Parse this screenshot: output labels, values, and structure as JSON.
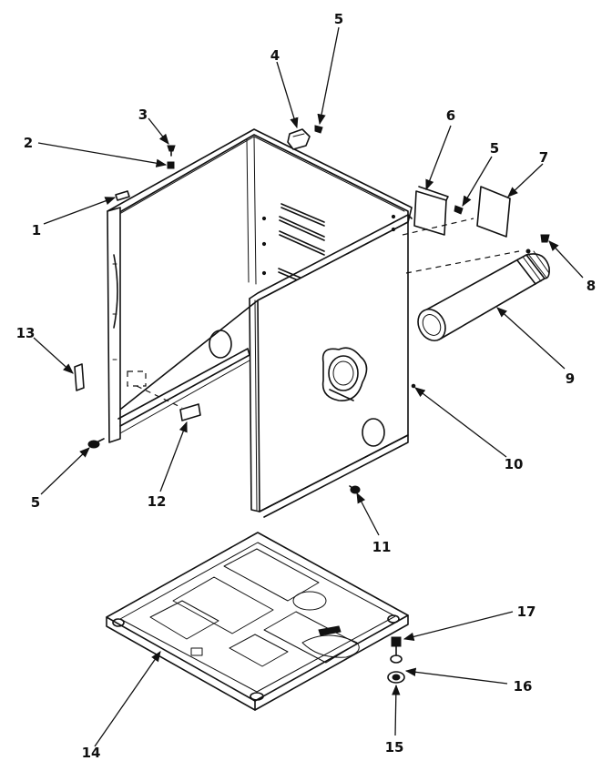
{
  "callouts": [
    {
      "id": "c1",
      "text": "1"
    },
    {
      "id": "c2",
      "text": "2"
    },
    {
      "id": "c3",
      "text": "3"
    },
    {
      "id": "c4",
      "text": "4"
    },
    {
      "id": "c5a",
      "text": "5"
    },
    {
      "id": "c6",
      "text": "6"
    },
    {
      "id": "c5b",
      "text": "5"
    },
    {
      "id": "c7",
      "text": "7"
    },
    {
      "id": "c8",
      "text": "8"
    },
    {
      "id": "c9",
      "text": "9"
    },
    {
      "id": "c10",
      "text": "10"
    },
    {
      "id": "c11",
      "text": "11"
    },
    {
      "id": "c12",
      "text": "12"
    },
    {
      "id": "c13",
      "text": "13"
    },
    {
      "id": "c5c",
      "text": "5"
    },
    {
      "id": "c14",
      "text": "14"
    },
    {
      "id": "c15",
      "text": "15"
    },
    {
      "id": "c16",
      "text": "16"
    },
    {
      "id": "c17",
      "text": "17"
    }
  ]
}
